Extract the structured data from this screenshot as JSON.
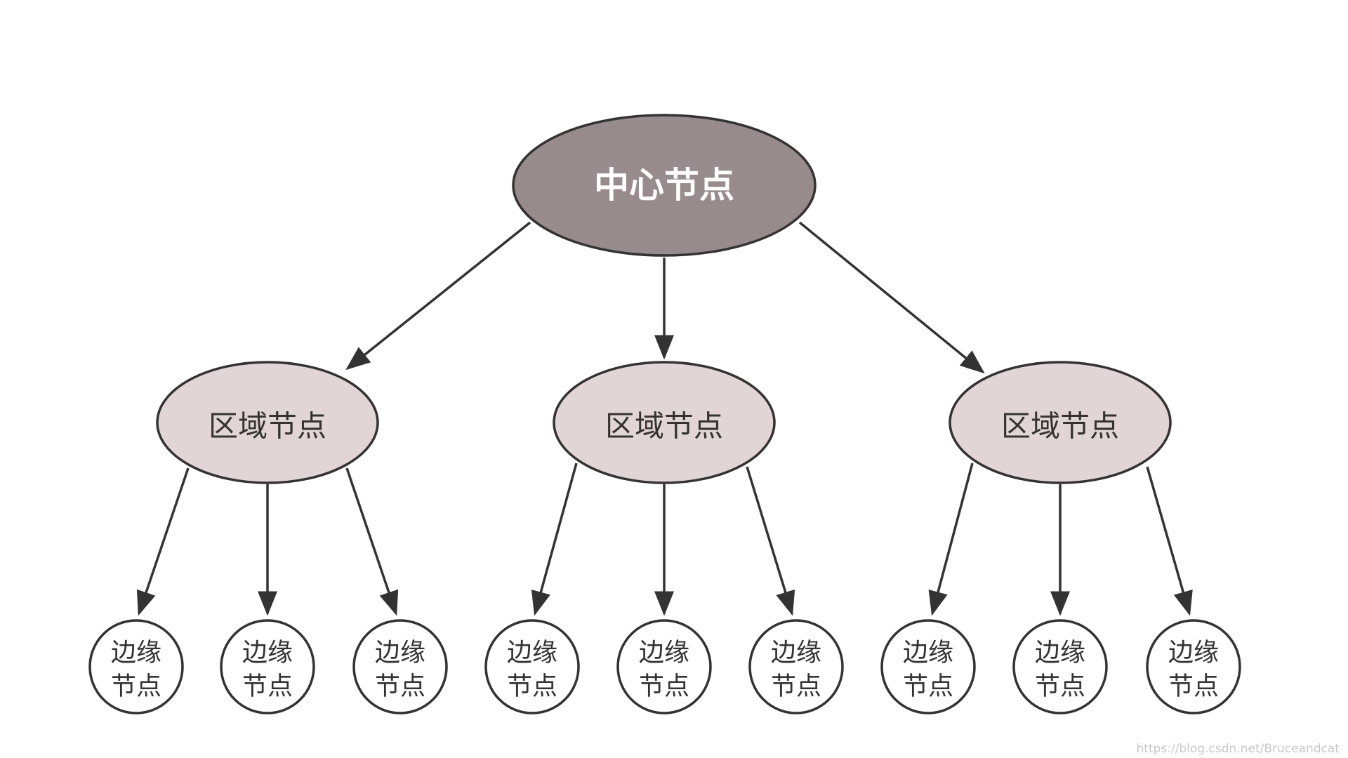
{
  "diagram": {
    "center": {
      "label": "中心节点",
      "fill": "#978b8e"
    },
    "regions": [
      {
        "label": "区域节点",
        "fill": "#e2d5d7"
      },
      {
        "label": "区域节点",
        "fill": "#e2d5d7"
      },
      {
        "label": "区域节点",
        "fill": "#e2d5d7"
      }
    ],
    "edge_nodes": [
      {
        "line1": "边缘",
        "line2": "节点"
      },
      {
        "line1": "边缘",
        "line2": "节点"
      },
      {
        "line1": "边缘",
        "line2": "节点"
      },
      {
        "line1": "边缘",
        "line2": "节点"
      },
      {
        "line1": "边缘",
        "line2": "节点"
      },
      {
        "line1": "边缘",
        "line2": "节点"
      },
      {
        "line1": "边缘",
        "line2": "节点"
      },
      {
        "line1": "边缘",
        "line2": "节点"
      },
      {
        "line1": "边缘",
        "line2": "节点"
      }
    ],
    "edge_node_fill": "#ffffff",
    "stroke_color": "#333333"
  },
  "watermark": "https://blog.csdn.net/Bruceandcat"
}
